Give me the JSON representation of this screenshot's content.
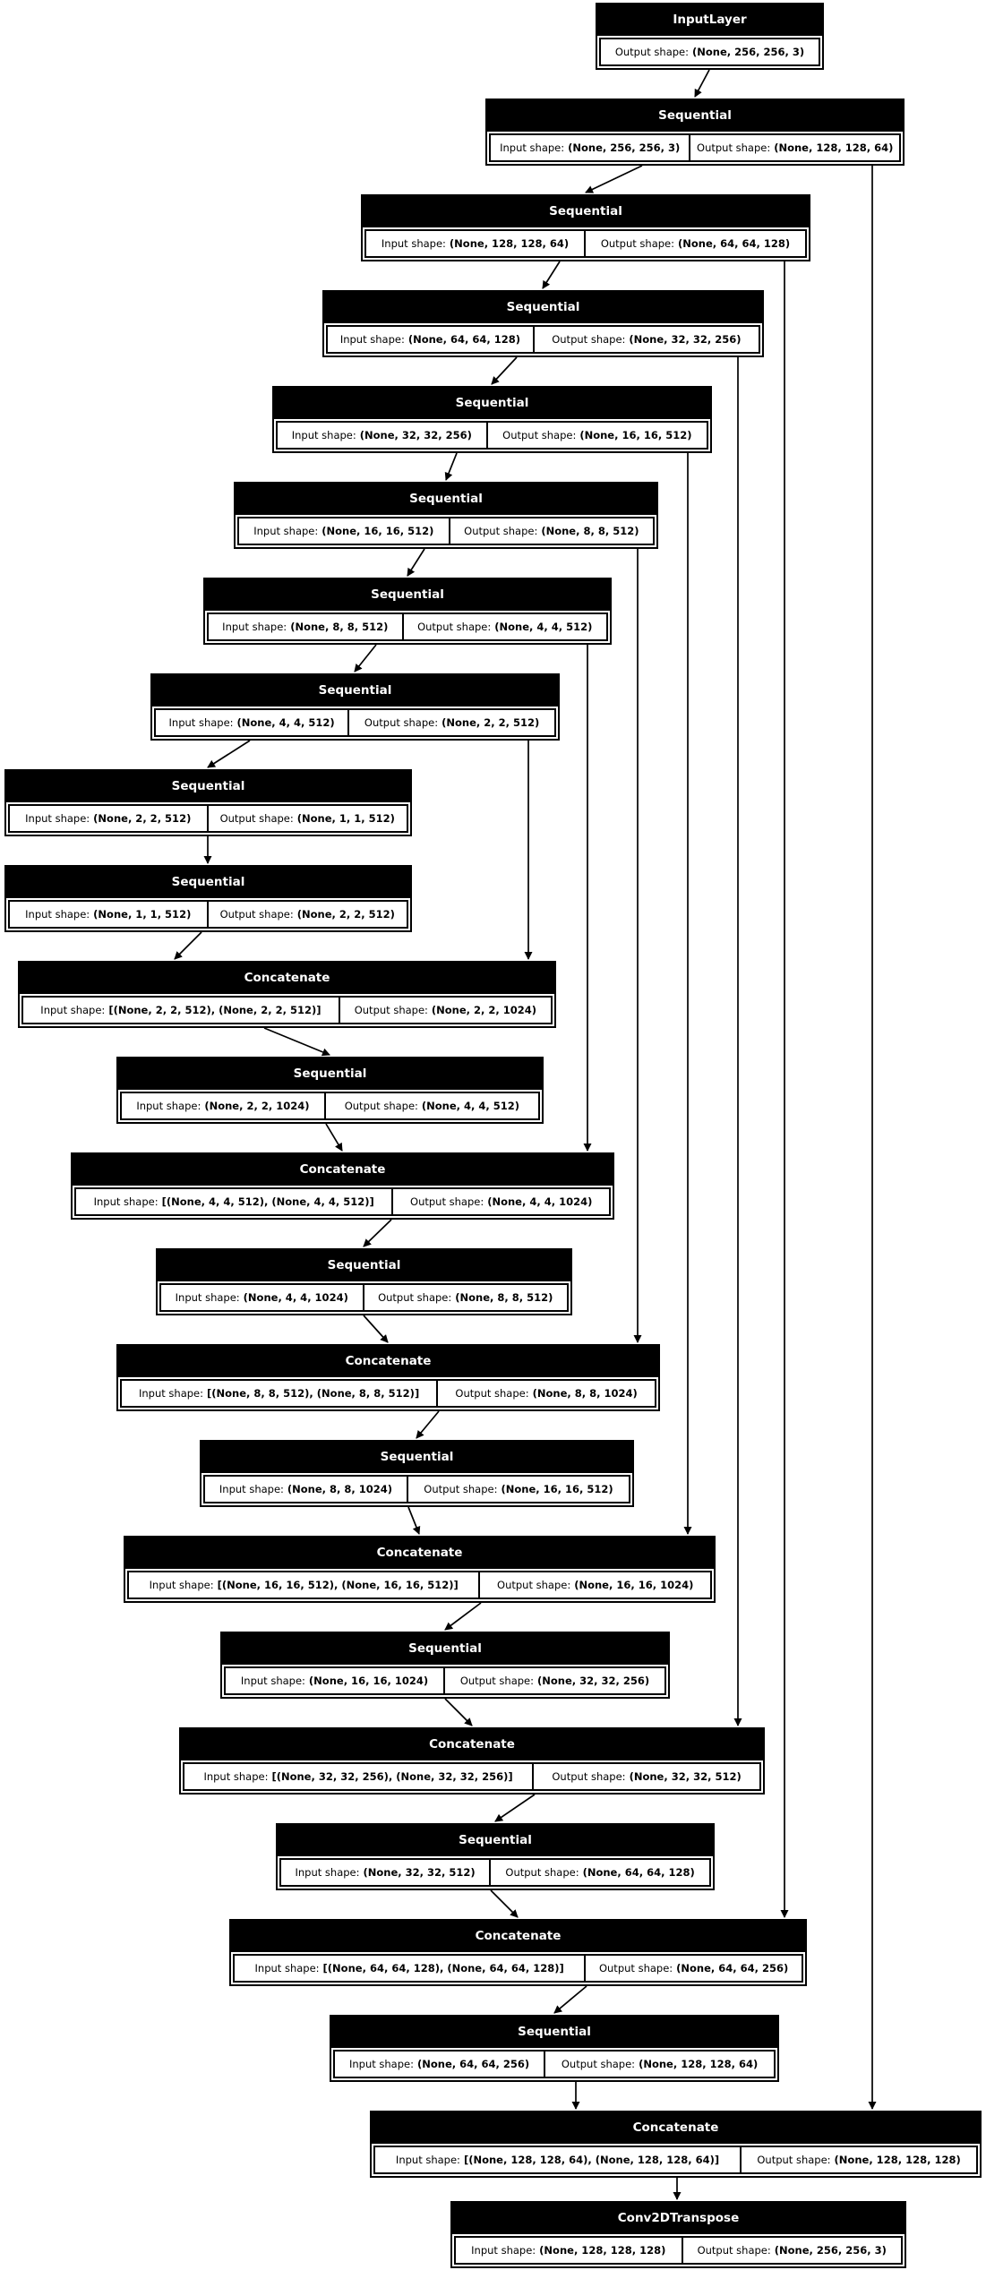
{
  "diagram": {
    "type": "keras-model-architecture-graph",
    "labels": {
      "input_prefix": "Input shape:",
      "output_prefix": "Output shape:"
    },
    "colors": {
      "node_fill": "#000000",
      "node_title_text": "#ffffff",
      "cell_background": "#ffffff",
      "cell_text": "#000000",
      "edge": "#000000",
      "background": "#ffffff"
    },
    "nodes": [
      {
        "title": "InputLayer",
        "output": "(None, 256, 256, 3)"
      },
      {
        "title": "Sequential",
        "input": "(None, 256, 256, 3)",
        "output": "(None, 128, 128, 64)"
      },
      {
        "title": "Sequential",
        "input": "(None, 128, 128, 64)",
        "output": "(None, 64, 64, 128)"
      },
      {
        "title": "Sequential",
        "input": "(None, 64, 64, 128)",
        "output": "(None, 32, 32, 256)"
      },
      {
        "title": "Sequential",
        "input": "(None, 32, 32, 256)",
        "output": "(None, 16, 16, 512)"
      },
      {
        "title": "Sequential",
        "input": "(None, 16, 16, 512)",
        "output": "(None, 8, 8, 512)"
      },
      {
        "title": "Sequential",
        "input": "(None, 8, 8, 512)",
        "output": "(None, 4, 4, 512)"
      },
      {
        "title": "Sequential",
        "input": "(None, 4, 4, 512)",
        "output": "(None, 2, 2, 512)"
      },
      {
        "title": "Sequential",
        "input": "(None, 2, 2, 512)",
        "output": "(None, 1, 1, 512)"
      },
      {
        "title": "Sequential",
        "input": "(None, 1, 1, 512)",
        "output": "(None, 2, 2, 512)"
      },
      {
        "title": "Concatenate",
        "input": "[(None, 2, 2, 512), (None, 2, 2, 512)]",
        "output": "(None, 2, 2, 1024)"
      },
      {
        "title": "Sequential",
        "input": "(None, 2, 2, 1024)",
        "output": "(None, 4, 4, 512)"
      },
      {
        "title": "Concatenate",
        "input": "[(None, 4, 4, 512), (None, 4, 4, 512)]",
        "output": "(None, 4, 4, 1024)"
      },
      {
        "title": "Sequential",
        "input": "(None, 4, 4, 1024)",
        "output": "(None, 8, 8, 512)"
      },
      {
        "title": "Concatenate",
        "input": "[(None, 8, 8, 512), (None, 8, 8, 512)]",
        "output": "(None, 8, 8, 1024)"
      },
      {
        "title": "Sequential",
        "input": "(None, 8, 8, 1024)",
        "output": "(None, 16, 16, 512)"
      },
      {
        "title": "Concatenate",
        "input": "[(None, 16, 16, 512), (None, 16, 16, 512)]",
        "output": "(None, 16, 16, 1024)"
      },
      {
        "title": "Sequential",
        "input": "(None, 16, 16, 1024)",
        "output": "(None, 32, 32, 256)"
      },
      {
        "title": "Concatenate",
        "input": "[(None, 32, 32, 256), (None, 32, 32, 256)]",
        "output": "(None, 32, 32, 512)"
      },
      {
        "title": "Sequential",
        "input": "(None, 32, 32, 512)",
        "output": "(None, 64, 64, 128)"
      },
      {
        "title": "Concatenate",
        "input": "[(None, 64, 64, 128), (None, 64, 64, 128)]",
        "output": "(None, 64, 64, 256)"
      },
      {
        "title": "Sequential",
        "input": "(None, 64, 64, 256)",
        "output": "(None, 128, 128, 64)"
      },
      {
        "title": "Concatenate",
        "input": "[(None, 128, 128, 64), (None, 128, 128, 64)]",
        "output": "(None, 128, 128, 128)"
      },
      {
        "title": "Conv2DTranspose",
        "input": "(None, 128, 128, 128)",
        "output": "(None, 256, 256, 3)"
      }
    ],
    "edges": [
      [
        0,
        1
      ],
      [
        1,
        2
      ],
      [
        2,
        3
      ],
      [
        3,
        4
      ],
      [
        4,
        5
      ],
      [
        5,
        6
      ],
      [
        6,
        7
      ],
      [
        7,
        8
      ],
      [
        8,
        9
      ],
      [
        9,
        10
      ],
      [
        10,
        11
      ],
      [
        11,
        12
      ],
      [
        12,
        13
      ],
      [
        13,
        14
      ],
      [
        14,
        15
      ],
      [
        15,
        16
      ],
      [
        16,
        17
      ],
      [
        17,
        18
      ],
      [
        18,
        19
      ],
      [
        19,
        20
      ],
      [
        20,
        21
      ],
      [
        21,
        22
      ],
      [
        22,
        23
      ],
      [
        7,
        10
      ],
      [
        6,
        12
      ],
      [
        5,
        14
      ],
      [
        4,
        16
      ],
      [
        3,
        18
      ],
      [
        2,
        20
      ],
      [
        1,
        22
      ]
    ]
  }
}
